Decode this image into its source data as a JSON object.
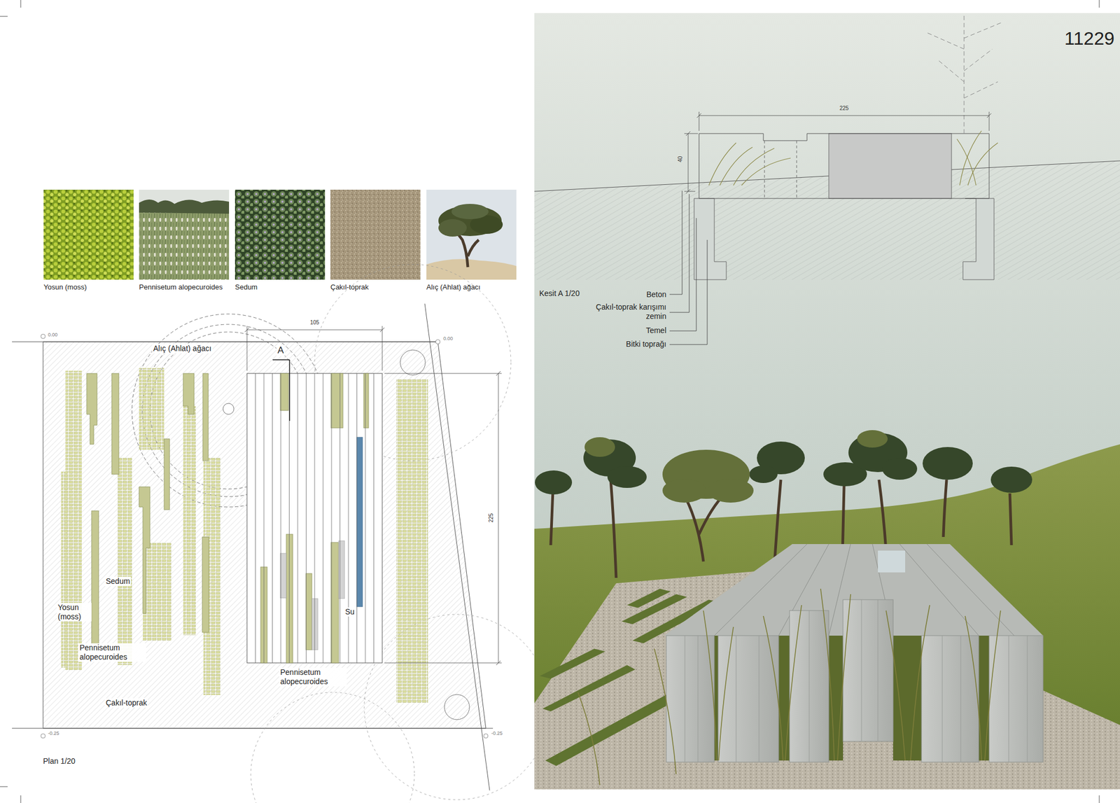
{
  "diagram": {
    "nodes": [
      {
        "text": [
          "Yosun (moss)"
        ]
      },
      {
        "text": [
          "Pennisetum alopecuroides"
        ]
      },
      {
        "text": [
          "Sedum"
        ]
      },
      {
        "text": [
          "Çakıl-toprak"
        ]
      },
      {
        "text": [
          "Alıç (Ahlat) ağacı"
        ]
      }
    ],
    "labels": [
      "11229",
      "0.00",
      "0.00",
      "105",
      "A",
      "Alıç (Ahlat) ağacı",
      "225",
      "Sedum",
      "Yosun (moss)",
      "Pennisetum alopecuroides",
      "Su",
      "Pennisetum alopecuroides",
      "Çakıl-toprak",
      "-0.25",
      "-0.25",
      "Plan 1/20",
      "225",
      "40",
      "Kesit A 1/20",
      "Beton",
      "Çakıl-toprak karışımı zemin",
      "Temel",
      "Bitki toprağı"
    ]
  }
}
